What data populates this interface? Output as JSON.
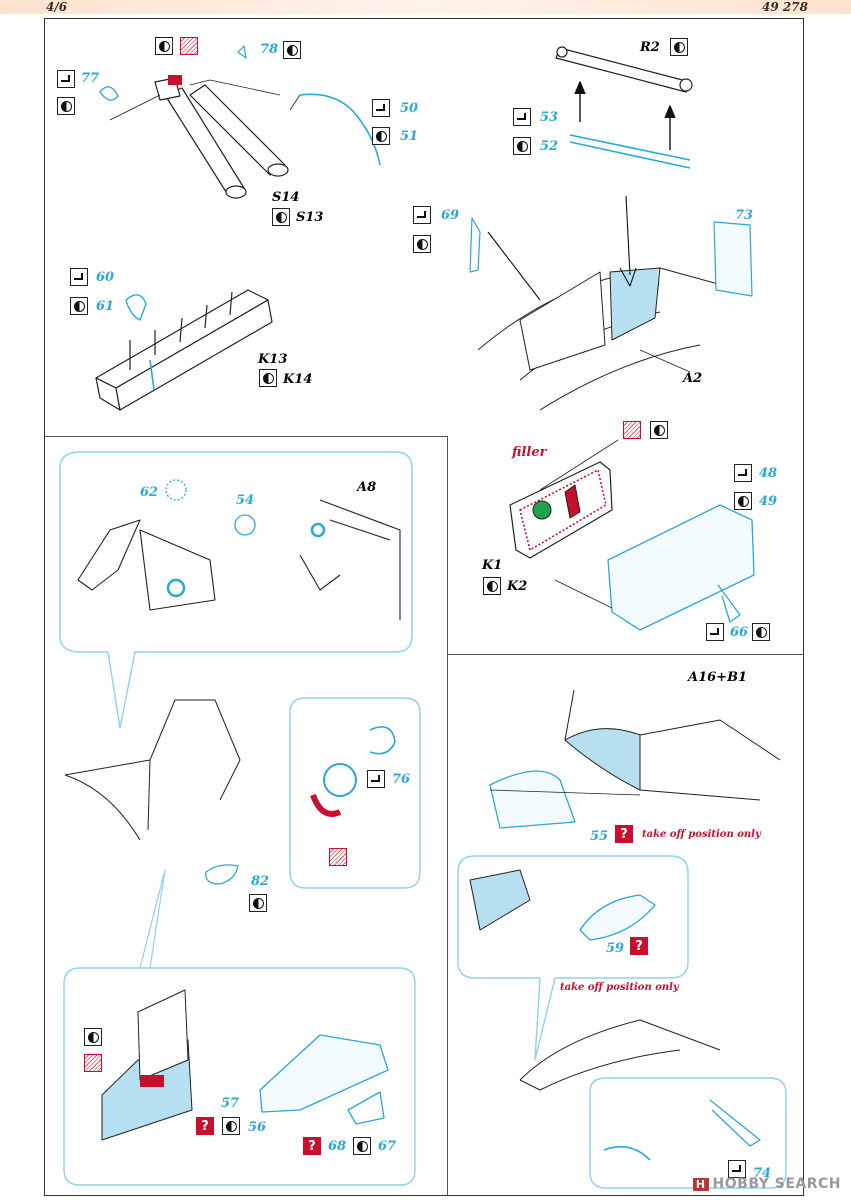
{
  "header": {
    "page": "4/6",
    "product": "49 278"
  },
  "colors": {
    "photoetch": "#29a8d8",
    "fill_blue": "#b7dff2",
    "warning": "#c8102e",
    "paint_green": "#1fa34a"
  },
  "icons": {
    "bend": "bend-arrow-icon",
    "fold": "yin-yang-icon",
    "paint": "paint-hatch-icon",
    "optional": "question-icon"
  },
  "labels": {
    "s14": "S14",
    "s13": "S13",
    "r2": "R2",
    "k13": "K13",
    "k14": "K14",
    "a2": "A2",
    "a8": "A8",
    "k1": "K1",
    "k2": "K2",
    "a16b1": "A16+B1",
    "filler": "filler"
  },
  "parts": {
    "p77": "77",
    "p78": "78",
    "p50": "50",
    "p51": "51",
    "p53": "53",
    "p52": "52",
    "p69": "69",
    "p73": "73",
    "p60": "60",
    "p61": "61",
    "p62": "62",
    "p54": "54",
    "p48": "48",
    "p49": "49",
    "p66": "66",
    "p76": "76",
    "p82": "82",
    "p55": "55",
    "p59": "59",
    "p57": "57",
    "p56": "56",
    "p68": "68",
    "p67": "67",
    "p74": "74"
  },
  "notes": {
    "takeoff1": "take off position only",
    "takeoff2": "take off position only",
    "question": "?"
  },
  "watermark": {
    "logo": "H",
    "text": "HOBBY SEARCH"
  }
}
